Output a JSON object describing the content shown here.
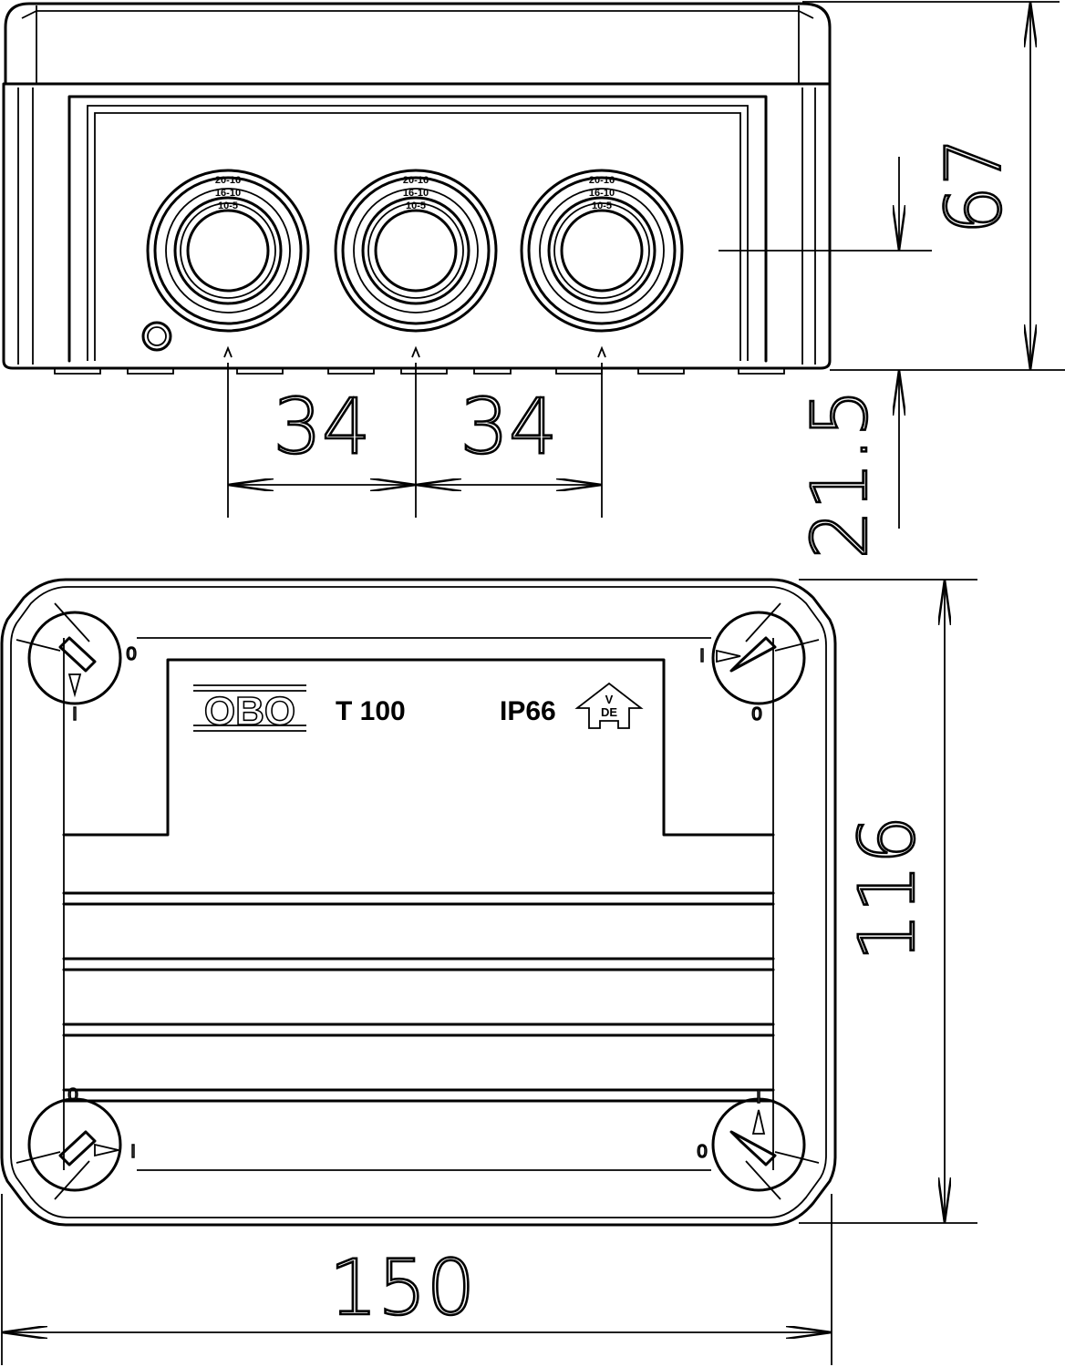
{
  "drawing": {
    "front_view": {
      "gland_markings": [
        "20-16",
        "16-10",
        "10-5"
      ],
      "dimensions": {
        "spacing_left": "34",
        "spacing_right": "34",
        "height": "67",
        "entry_height": "21.5"
      }
    },
    "top_view": {
      "logo": "OBO",
      "model": "T 100",
      "protection": "IP66",
      "certification_mark": [
        "V",
        "DE"
      ],
      "corner_marks": {
        "top_left": [
          "0",
          "I"
        ],
        "top_right": [
          "I",
          "0"
        ],
        "bottom_left": [
          "0",
          "I"
        ],
        "bottom_right": [
          "I",
          "0"
        ]
      },
      "dimensions": {
        "width": "150",
        "depth": "116"
      }
    }
  }
}
